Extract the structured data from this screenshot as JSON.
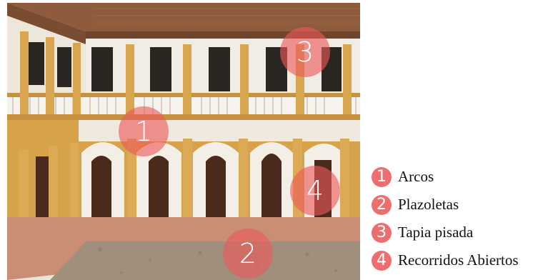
{
  "colors": {
    "marker": "#ec5858",
    "legend_badge": "#ec6e6e",
    "legend_text": "#111111",
    "roof": "#8e5b3c",
    "wall_cream": "#f2ede4",
    "wall_ochre": "#d6a24a",
    "column": "#d9a64f",
    "floor": "#c98e73",
    "courtyard": "#a08f7c"
  },
  "photo": {
    "description_icon": "courtyard-photo",
    "markers": [
      {
        "number": "1"
      },
      {
        "number": "2"
      },
      {
        "number": "3"
      },
      {
        "number": "4"
      }
    ]
  },
  "legend": {
    "items": [
      {
        "number": "1",
        "label": "Arcos"
      },
      {
        "number": "2",
        "label": "Plazoletas"
      },
      {
        "number": "3",
        "label": "Tapia pisada"
      },
      {
        "number": "4",
        "label": "Recorridos Abiertos"
      }
    ]
  }
}
